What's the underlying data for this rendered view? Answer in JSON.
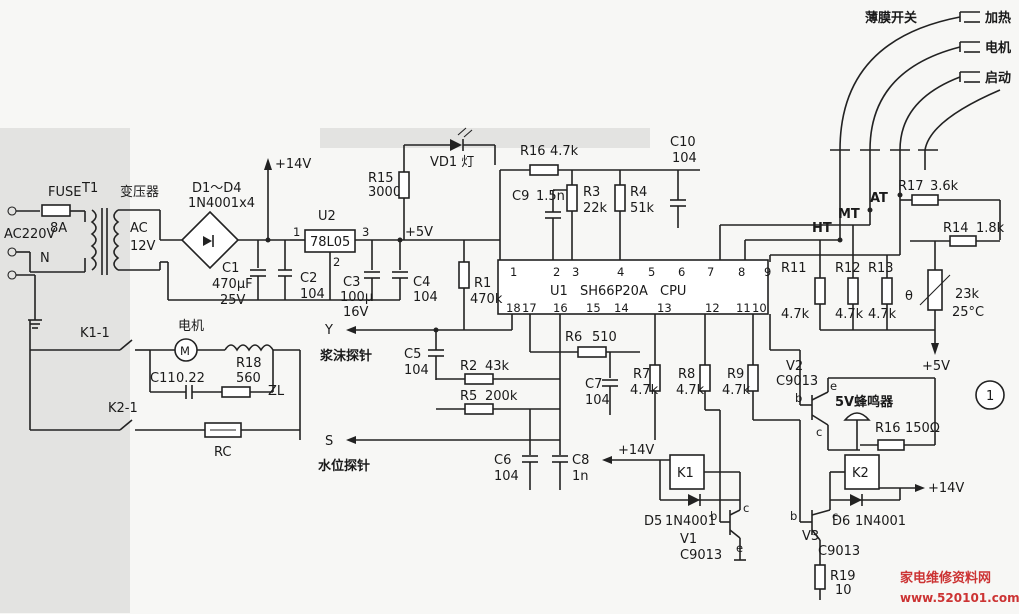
{
  "labels": {
    "fuse": "FUSE",
    "fuse_val": "8A",
    "ac220": "AC220V",
    "n": "N",
    "t1": "T1",
    "transformer": "变压器",
    "ac": "AC",
    "ac12": "12V",
    "d1d4": "D1～D4",
    "d1d4_val": "1N4001x4",
    "plus14_top": "+14V",
    "c1": "C1",
    "c1_val": "470μF",
    "c1_v": "25V",
    "c2": "C2",
    "c2_val": "104",
    "u2": "U2",
    "u2_val": "78L05",
    "pin1": "1",
    "pin3": "3",
    "pin2": "2",
    "plus5_mid": "+5V",
    "c3": "C3",
    "c3_val": "100μ",
    "c3_v": "16V",
    "c4": "C4",
    "c4_val": "104",
    "r15": "R15",
    "r15_val": "3000",
    "vd1": "VD1 灯",
    "r16": "R16",
    "r16_val": "4.7k",
    "c10": "C10",
    "c10_val": "104",
    "c9": "C9",
    "c9_val": "1.5n",
    "r3": "R3",
    "r3_val": "22k",
    "r4": "R4",
    "r4_val": "51k",
    "r1": "R1",
    "r1_val": "470k",
    "u1": "U1",
    "u1_val": "SH66P20A",
    "u1_cpu": "CPU",
    "pins_top": [
      "1",
      "2",
      "3",
      "4",
      "5",
      "6",
      "7",
      "8",
      "9"
    ],
    "pins_bot": [
      "18",
      "17",
      "16",
      "15",
      "14",
      "13",
      "12",
      "11",
      "10"
    ],
    "y": "Y",
    "foam_probe": "浆沫探针",
    "c5": "C5",
    "c5_val": "104",
    "r6": "R6",
    "r6_val": "510",
    "r2": "R2",
    "r2_val": "43k",
    "r5": "R5",
    "r5_val": "200k",
    "c7": "C7",
    "c7_val": "104",
    "r7": "R7",
    "r7_val": "4.7k",
    "r8": "R8",
    "r8_val": "4.7k",
    "r9": "R9",
    "r9_val": "4.7k",
    "s": "S",
    "water_probe": "水位探针",
    "c6": "C6",
    "c6_val": "104",
    "c8": "C8",
    "c8_val": "1n",
    "plus14_k1": "+14V",
    "k1": "K1",
    "d5": "D5",
    "d5_val": "1N4001",
    "v1": "V1",
    "v1_val": "C9013",
    "k2": "K2",
    "plus14_k2": "+14V",
    "d6": "D6",
    "d6_val": "1N4001",
    "v3": "V3",
    "v3_val": "C9013",
    "r19": "R19",
    "r19_val": "10",
    "motor": "电机",
    "k11": "K1-1",
    "c11": "C11",
    "c11_val": "0.22",
    "r18": "R18",
    "r18_val": "560",
    "zl": "ZL",
    "k21": "K2-1",
    "rc": "RC",
    "membrane": "薄膜开关",
    "heat": "加热",
    "motor_sw": "电机",
    "start": "启动",
    "ht": "HT",
    "mt": "MT",
    "at": "AT",
    "r17": "R17",
    "r17_val": "3.6k",
    "r14": "R14",
    "r14_val": "1.8k",
    "r11": "R11",
    "r11_val": "4.7k",
    "r12": "R12",
    "r12_val": "4.7k",
    "r13": "R13",
    "r13_val": "4.7k",
    "theta": "θ",
    "ntc_val": "23k",
    "ntc_temp": "25°C",
    "plus5_right": "+5V",
    "v2": "V2",
    "v2_val": "C9013",
    "buzzer": "5V蜂鸣器",
    "r16b": "R16",
    "r16b_val": "150Ω",
    "circle_num": "1",
    "b": "b",
    "c": "c",
    "e": "e",
    "watermark": "家电维修资料网",
    "watermark_url": "www.520101.com"
  }
}
